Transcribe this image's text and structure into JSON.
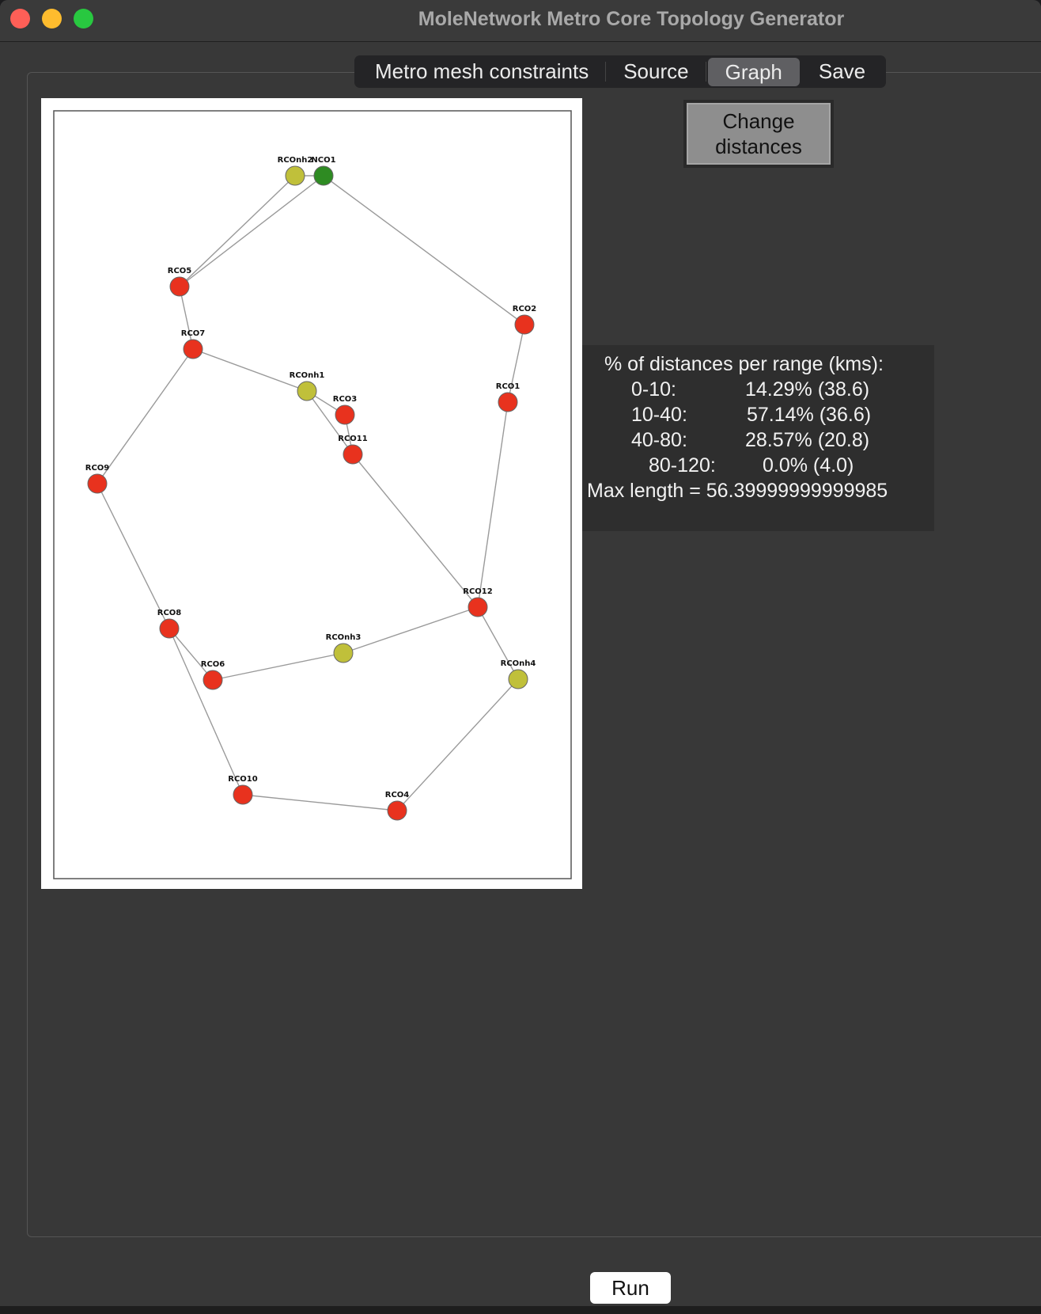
{
  "window": {
    "title": "MoleNetwork Metro Core Topology Generator"
  },
  "tabs": [
    {
      "label": "Metro mesh constraints",
      "active": false
    },
    {
      "label": "Source",
      "active": false
    },
    {
      "label": "Graph",
      "active": true
    },
    {
      "label": "Save",
      "active": false
    }
  ],
  "buttons": {
    "change_distances_line1": "Change",
    "change_distances_line2": "distances",
    "run": "Run"
  },
  "stats": {
    "heading": "% of distances per range (kms):",
    "rows": [
      {
        "range": "0-10:",
        "value": "14.29% (38.6)"
      },
      {
        "range": "10-40:",
        "value": "57.14% (36.6)"
      },
      {
        "range": "40-80:",
        "value": "28.57% (20.8)"
      },
      {
        "range": "80-120:",
        "value": "0.0% (4.0)"
      }
    ],
    "max_length": "Max length = 56.39999999999985"
  },
  "colors": {
    "node_red": "#e8321e",
    "node_yellow": "#c0c03a",
    "node_green": "#2e8b22",
    "edge": "#9a9a9a"
  },
  "graph": {
    "nodes": [
      {
        "id": "RCOnh2",
        "color": "yellow"
      },
      {
        "id": "NCO1",
        "color": "green"
      },
      {
        "id": "RCO5",
        "color": "red"
      },
      {
        "id": "RCO2",
        "color": "red"
      },
      {
        "id": "RCO7",
        "color": "red"
      },
      {
        "id": "RCOnh1",
        "color": "yellow"
      },
      {
        "id": "RCO3",
        "color": "red"
      },
      {
        "id": "RCO1",
        "color": "red"
      },
      {
        "id": "RCO11",
        "color": "red"
      },
      {
        "id": "RCO9",
        "color": "red"
      },
      {
        "id": "RCO12",
        "color": "red"
      },
      {
        "id": "RCO8",
        "color": "red"
      },
      {
        "id": "RCOnh3",
        "color": "yellow"
      },
      {
        "id": "RCO6",
        "color": "red"
      },
      {
        "id": "RCOnh4",
        "color": "yellow"
      },
      {
        "id": "RCO10",
        "color": "red"
      },
      {
        "id": "RCO4",
        "color": "red"
      }
    ],
    "edges": [
      [
        "RCOnh2",
        "NCO1"
      ],
      [
        "RCOnh2",
        "RCO5"
      ],
      [
        "NCO1",
        "RCO5"
      ],
      [
        "NCO1",
        "RCO2"
      ],
      [
        "RCO2",
        "RCO1"
      ],
      [
        "RCO1",
        "RCO12"
      ],
      [
        "RCO5",
        "RCO7"
      ],
      [
        "RCO7",
        "RCOnh1"
      ],
      [
        "RCO7",
        "RCO9"
      ],
      [
        "RCOnh1",
        "RCO3"
      ],
      [
        "RCOnh1",
        "RCO11"
      ],
      [
        "RCO3",
        "RCO11"
      ],
      [
        "RCO11",
        "RCO12"
      ],
      [
        "RCO9",
        "RCO8"
      ],
      [
        "RCO8",
        "RCO6"
      ],
      [
        "RCO8",
        "RCO10"
      ],
      [
        "RCO6",
        "RCOnh3"
      ],
      [
        "RCOnh3",
        "RCO12"
      ],
      [
        "RCO12",
        "RCOnh4"
      ],
      [
        "RCOnh4",
        "RCO4"
      ],
      [
        "RCO10",
        "RCO4"
      ]
    ]
  }
}
